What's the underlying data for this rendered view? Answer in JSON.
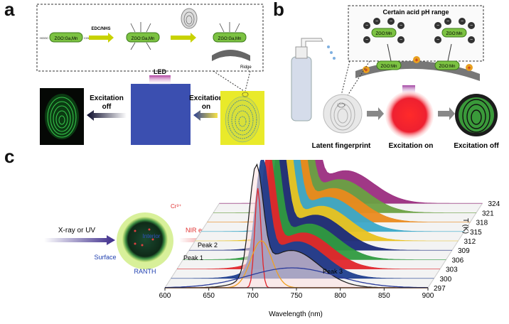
{
  "panel_a": {
    "letter": "a",
    "nanoparticle_label": "ZGO:Ga,Mn",
    "left_group": "HOOC",
    "right_group": "COOH",
    "reagent": "EDC/NHS",
    "ridge_label": "Ridge",
    "led_label": "LED",
    "excitation_on": [
      "Excitation",
      "on"
    ],
    "excitation_off": [
      "Excitation",
      "off"
    ]
  },
  "panel_b": {
    "letter": "b",
    "inset_title": "Certain acid pH range",
    "particle_label": "ZGO:Mn",
    "captions": [
      "Latent fingerprint",
      "Excitation on",
      "Excitation off"
    ]
  },
  "panel_c": {
    "letter": "c",
    "input_label": "X-ray or UV",
    "ion_label": "Cr³⁺",
    "interior_label": "Interior",
    "surface_label": "Surface",
    "particle_label": "RANTH",
    "emission_label": "NIR emissions",
    "peak_labels": [
      "Peak 1",
      "Peak 2",
      "Peak 3"
    ],
    "temperature_axis_label": "T (K)"
  },
  "chart_data": {
    "type": "area",
    "title": "",
    "xlabel": "Wavelength (nm)",
    "ylabel": "T (K)",
    "xlim": [
      600,
      900
    ],
    "x_ticks": [
      600,
      650,
      700,
      750,
      800,
      850,
      900
    ],
    "temperatures": [
      297,
      300,
      303,
      306,
      309,
      312,
      315,
      318,
      321,
      324
    ],
    "series_colors": [
      "#2b6db2",
      "#1f3f8f",
      "#e0252b",
      "#2f9a3f",
      "#1a2a7a",
      "#e9c21f",
      "#3aa8c8",
      "#ea8a1e",
      "#6aa042",
      "#9b2d7f"
    ],
    "peak_wavelength_nm": 704,
    "deconvolution": [
      {
        "name": "Peak 1",
        "center_nm": 706,
        "color": "#e0252b"
      },
      {
        "name": "Peak 2",
        "center_nm": 710,
        "color": "#f0a020"
      },
      {
        "name": "Peak 3",
        "center_nm": 745,
        "color": "#2a3a9a"
      }
    ]
  }
}
